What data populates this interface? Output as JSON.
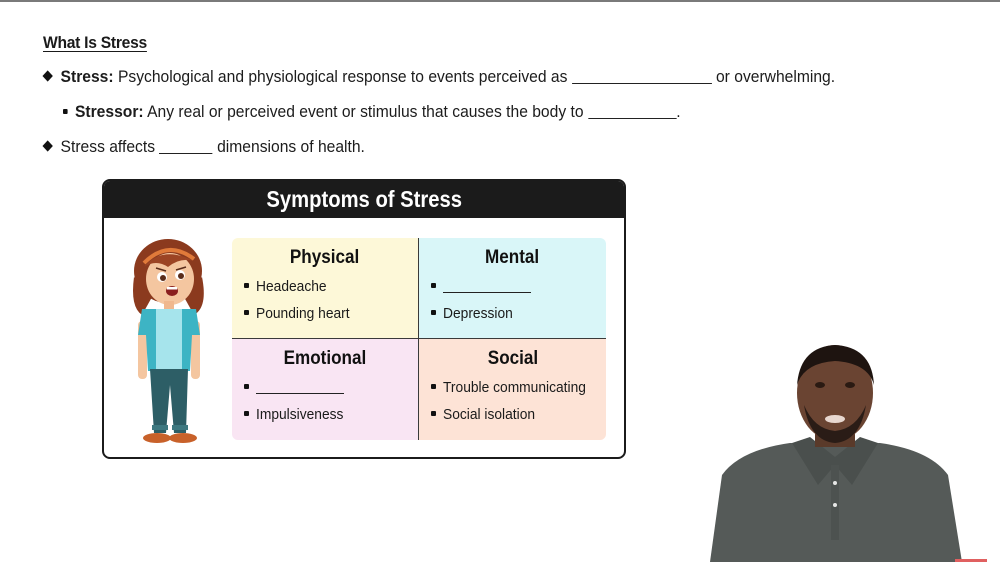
{
  "slide": {
    "title": "What Is Stress",
    "bullets": [
      {
        "level": 1,
        "term": "Stress:",
        "text_before": "Psychological and physiological response to events perceived as",
        "blank": "________________",
        "text_after": "or overwhelming."
      },
      {
        "level": 2,
        "term": "Stressor:",
        "text_before": "Any real or perceived event or stimulus that causes the body to",
        "blank": "__________",
        "text_after": "."
      },
      {
        "level": 1,
        "term": "",
        "text_before": "Stress affects",
        "blank": "______",
        "text_after": "dimensions of health."
      }
    ]
  },
  "card": {
    "title": "Symptoms of Stress",
    "illustration": "worried-girl-illustration",
    "quadrants": [
      {
        "id": "physical",
        "title": "Physical",
        "color": "#fdf8d8",
        "items": [
          "Headeache",
          "Pounding heart"
        ]
      },
      {
        "id": "mental",
        "title": "Mental",
        "color": "#d9f6f8",
        "items": [
          "__________",
          "Depression"
        ]
      },
      {
        "id": "emotional",
        "title": "Emotional",
        "color": "#f9e5f3",
        "items": [
          "__________",
          "Impulsiveness"
        ]
      },
      {
        "id": "social",
        "title": "Social",
        "color": "#fde3d6",
        "items": [
          "Trouble communicating",
          "Social isolation"
        ]
      }
    ]
  },
  "presenter": {
    "label": "presenter-video"
  },
  "colors": {
    "header_bg": "#1b1b1b",
    "accent_strip": "#e06060"
  }
}
